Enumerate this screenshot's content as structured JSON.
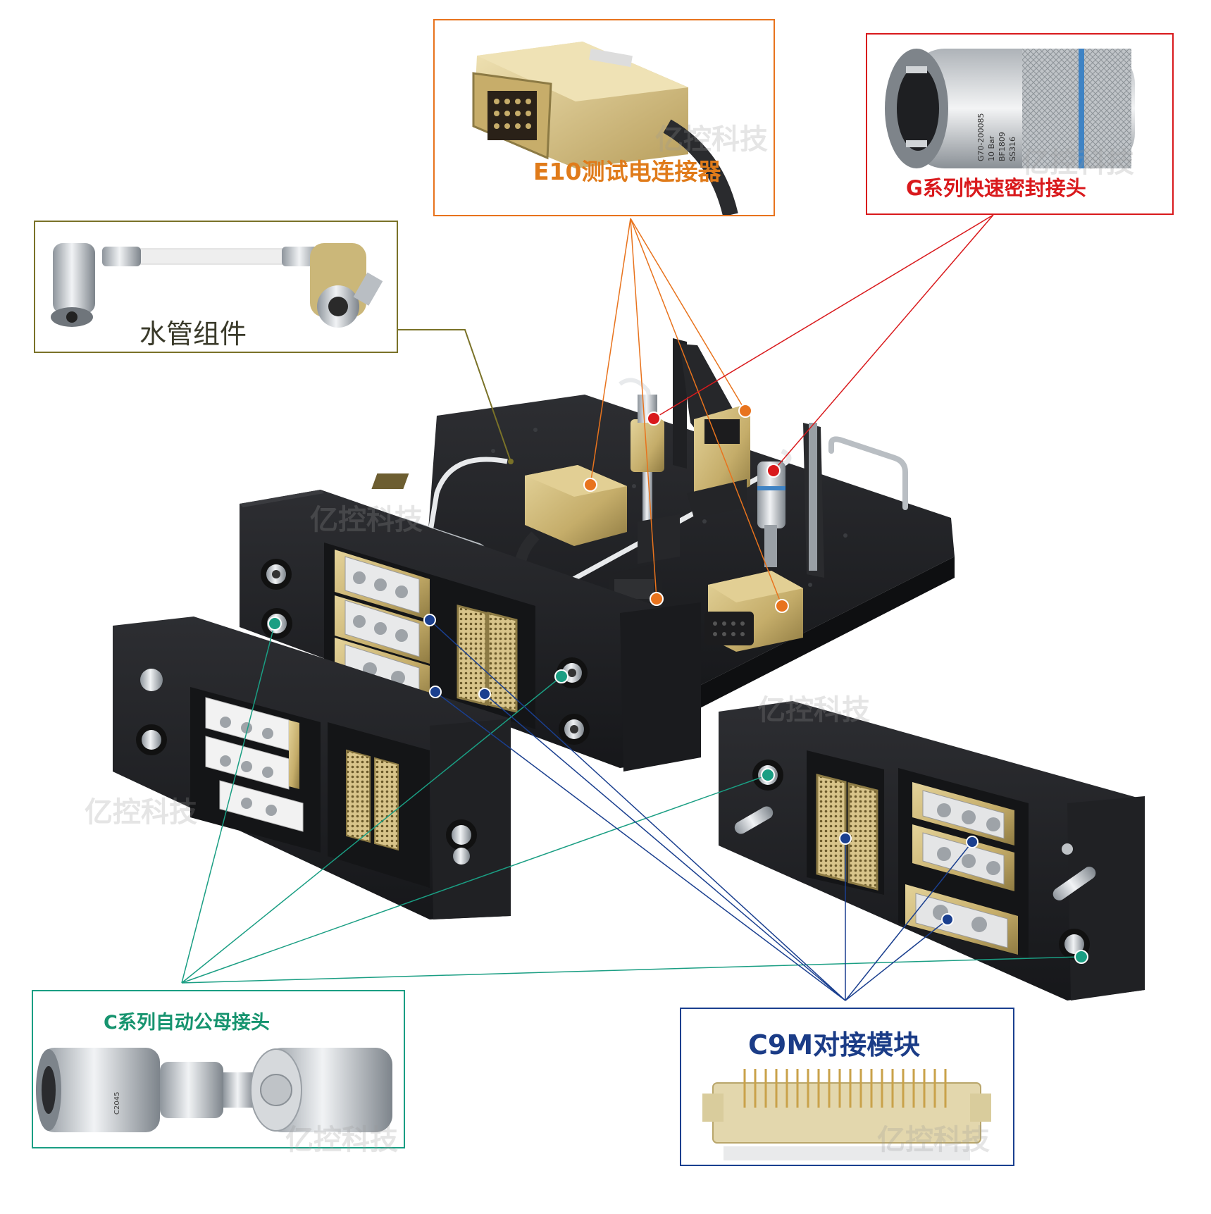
{
  "callouts": {
    "e10": {
      "title": "E10测试电连接器",
      "color": "#e8731d",
      "text_color": "#e07b1a"
    },
    "g_series": {
      "title": "G系列快速密封接头",
      "color": "#d9191c",
      "text_color": "#d9191c"
    },
    "water": {
      "title": "水管组件",
      "color": "#7a7228",
      "text_color": "#3a3a2a"
    },
    "c_series": {
      "title": "C系列自动公母接头",
      "color": "#1a9e83",
      "text_color": "#17946f"
    },
    "c9m": {
      "title": "C9M对接模块",
      "color": "#1a3f8f",
      "text_color": "#1b3c87"
    }
  },
  "product_marks": {
    "g_series_sleeve": [
      "G70-200085",
      "10 Bar",
      "BF1809",
      "SS316"
    ],
    "c_series_body": "C2045"
  },
  "watermark": {
    "text": "亿控科技"
  },
  "colors": {
    "plate": "#1e1f22",
    "plate_edge": "#3a3b3f",
    "brass": "#c8b274",
    "brass_dark": "#8c7a44",
    "steel": "#c9cdd1",
    "white_block": "#eeeeee"
  }
}
